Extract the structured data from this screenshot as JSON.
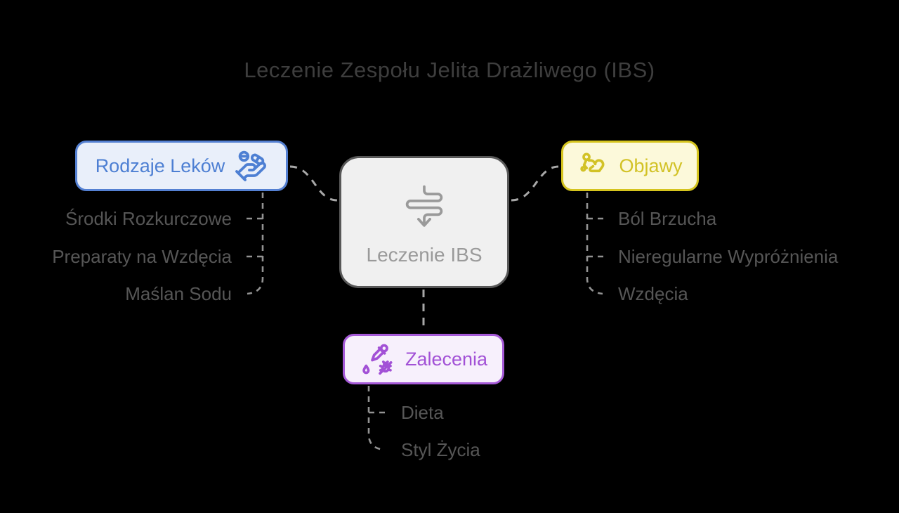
{
  "title": "Leczenie Zespołu Jelita Drażliwego (IBS)",
  "root": {
    "label": "Leczenie IBS",
    "icon": "intestine-flow-arrow-icon"
  },
  "branches": {
    "medications": {
      "label": "Rodzaje Leków",
      "icon": "hand-holding-pills-icon",
      "children": [
        "Środki Rozkurczowe",
        "Preparaty na Wzdęcia",
        "Maślan Sodu"
      ]
    },
    "symptoms": {
      "label": "Objawy",
      "icon": "person-crawling-icon",
      "children": [
        "Ból Brzucha",
        "Nieregularne Wypróżnienia",
        "Wzdęcia"
      ]
    },
    "recommendations": {
      "label": "Zalecenia",
      "icon": "dropper-and-bug-icon",
      "children": [
        "Dieta",
        "Styl Życia"
      ]
    }
  },
  "colors": {
    "background": "#000000",
    "title_text": "#3e3e3e",
    "child_text": "#565656",
    "connector_curve": "#a8a8a8",
    "connector_tree": "#939393",
    "medications_node": {
      "border": "#5480d2",
      "background": "#e9effa",
      "text": "#4d7fd3"
    },
    "symptoms_node": {
      "border": "#d5c41e",
      "background": "#fcf9da",
      "text": "#d2c226"
    },
    "recommendations_node": {
      "border": "#a65ad8",
      "background": "#f7f0fc",
      "text": "#a251d6"
    },
    "root_node": {
      "border": "#585858",
      "background": "#f0f0f0",
      "text": "#9a9a9a"
    }
  }
}
